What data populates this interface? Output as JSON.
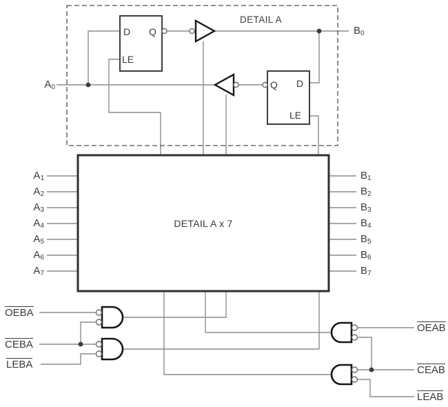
{
  "diagram": {
    "detail_a_label": "DETAIL A",
    "main_block_label": "DETAIL A x 7",
    "latch1": {
      "d": "D",
      "q": "Q",
      "le": "LE"
    },
    "latch2": {
      "q": "Q",
      "d": "D",
      "le": "LE"
    },
    "ports": {
      "a0": {
        "base": "A",
        "sub": "0"
      },
      "b0": {
        "base": "B",
        "sub": "0"
      },
      "a_bus": [
        {
          "base": "A",
          "sub": "1"
        },
        {
          "base": "A",
          "sub": "2"
        },
        {
          "base": "A",
          "sub": "3"
        },
        {
          "base": "A",
          "sub": "4"
        },
        {
          "base": "A",
          "sub": "5"
        },
        {
          "base": "A",
          "sub": "6"
        },
        {
          "base": "A",
          "sub": "7"
        }
      ],
      "b_bus": [
        {
          "base": "B",
          "sub": "1"
        },
        {
          "base": "B",
          "sub": "2"
        },
        {
          "base": "B",
          "sub": "3"
        },
        {
          "base": "B",
          "sub": "4"
        },
        {
          "base": "B",
          "sub": "5"
        },
        {
          "base": "B",
          "sub": "6"
        },
        {
          "base": "B",
          "sub": "7"
        }
      ]
    },
    "controls_left": [
      {
        "label": "OEBA"
      },
      {
        "label": "CEBA"
      },
      {
        "label": "LEBA"
      }
    ],
    "controls_right": [
      {
        "label": "OEAB"
      },
      {
        "label": "CEAB"
      },
      {
        "label": "LEAB"
      }
    ],
    "colors": {
      "wire": "#8c8c8c",
      "box_outline": "#3d3d3d",
      "gate_outline": "#161616",
      "dashed_outline": "#4d4d4d",
      "text": "#3a3a3a",
      "background": "#ffffff"
    }
  }
}
